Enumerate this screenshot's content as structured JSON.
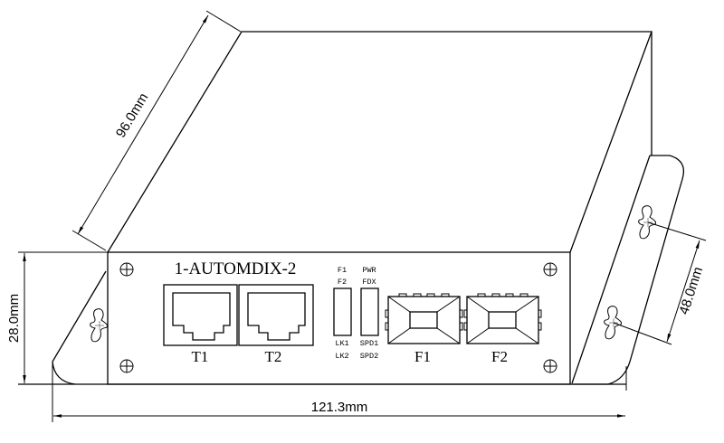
{
  "dimensions": {
    "depth": "96.0mm",
    "height": "28.0mm",
    "width": "121.3mm",
    "mount_spacing": "48.0mm"
  },
  "panel": {
    "title": "1-AUTOMDIX-2",
    "ports": {
      "rj45": [
        "T1",
        "T2"
      ],
      "fiber": [
        "F1",
        "F2"
      ]
    },
    "leds": {
      "col1_top": [
        "F1",
        "F2"
      ],
      "col1_bottom": [
        "LK1",
        "LK2"
      ],
      "col2_top": [
        "PWR",
        "FDX"
      ],
      "col2_bottom": [
        "SPD1",
        "SPD2"
      ]
    }
  }
}
